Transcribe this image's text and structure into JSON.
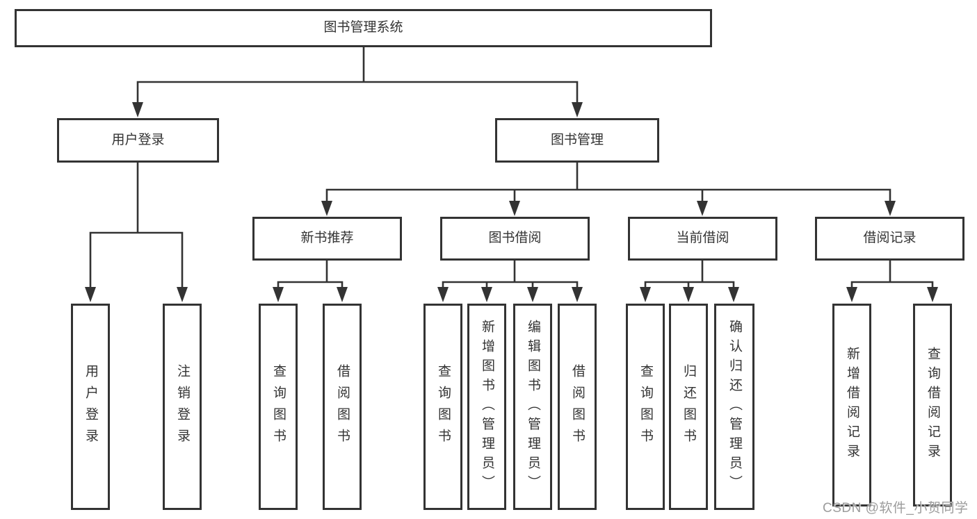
{
  "title": "图书管理系统",
  "tree": {
    "label": "图书管理系统",
    "children": [
      {
        "label": "用户登录",
        "children": [
          {
            "label": "用户登录"
          },
          {
            "label": "注销登录"
          }
        ]
      },
      {
        "label": "图书管理",
        "children": [
          {
            "label": "新书推荐",
            "children": [
              {
                "label": "查询图书"
              },
              {
                "label": "借阅图书"
              }
            ]
          },
          {
            "label": "图书借阅",
            "children": [
              {
                "label": "查询图书"
              },
              {
                "label": "新增图书（管理员）"
              },
              {
                "label": "编辑图书（管理员）"
              },
              {
                "label": "借阅图书"
              }
            ]
          },
          {
            "label": "当前借阅",
            "children": [
              {
                "label": "查询图书"
              },
              {
                "label": "归还图书"
              },
              {
                "label": "确认归还（管理员）"
              }
            ]
          },
          {
            "label": "借阅记录",
            "children": [
              {
                "label": "新增借阅记录"
              },
              {
                "label": "查询借阅记录"
              }
            ]
          }
        ]
      }
    ]
  },
  "watermark": {
    "text": "CSDN @软件_小贺同学"
  },
  "colors": {
    "line": "#333333",
    "box_border": "#333333",
    "text": "#333333",
    "watermark": "#9c9c9c",
    "background": "#ffffff"
  }
}
